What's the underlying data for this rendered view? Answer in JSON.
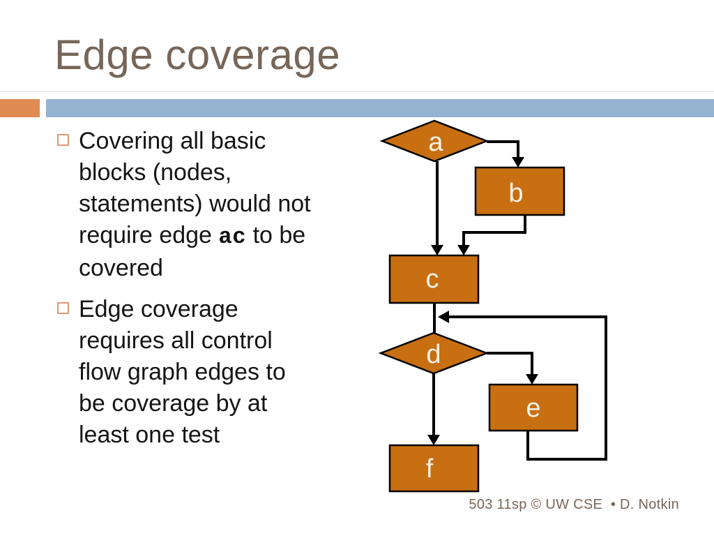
{
  "slide": {
    "title": "Edge coverage",
    "footer": "503 11sp © UW CSE  • D. Notkin"
  },
  "bullets": {
    "b1": {
      "line1": "Covering all basic",
      "line2": "blocks (nodes,",
      "line3": "statements) would not",
      "line4_pre": "require edge ",
      "line4_code": "ac",
      "line4_post": " to be",
      "line5": "covered"
    },
    "b2": {
      "line1": "Edge coverage",
      "line2": "requires all control",
      "line3": "flow graph edges to",
      "line4": "be coverage by at",
      "line5": "least one test"
    }
  },
  "diagram": {
    "nodes": [
      {
        "id": "a",
        "shape": "diamond",
        "label": "a"
      },
      {
        "id": "b",
        "shape": "rect",
        "label": "b"
      },
      {
        "id": "c",
        "shape": "rect",
        "label": "c"
      },
      {
        "id": "d",
        "shape": "diamond",
        "label": "d"
      },
      {
        "id": "e",
        "shape": "rect",
        "label": "e"
      },
      {
        "id": "f",
        "shape": "rect",
        "label": "f"
      }
    ],
    "edges": [
      "a→b",
      "a→c",
      "b→c",
      "c→d",
      "d→e",
      "d→f",
      "e→ loop back into c→d edge"
    ]
  },
  "colors": {
    "accent_orange": "#df8a52",
    "accent_blue": "#93b3d1",
    "node_fill": "#c86f12",
    "node_border": "#000000",
    "node_label": "#f7f2e7",
    "edge_color": "#000000",
    "title_color": "#776658",
    "footer_color": "#776658",
    "bullet_marker_border": "#db9a6f",
    "body_text": "#141414",
    "background": "#ffffff"
  }
}
